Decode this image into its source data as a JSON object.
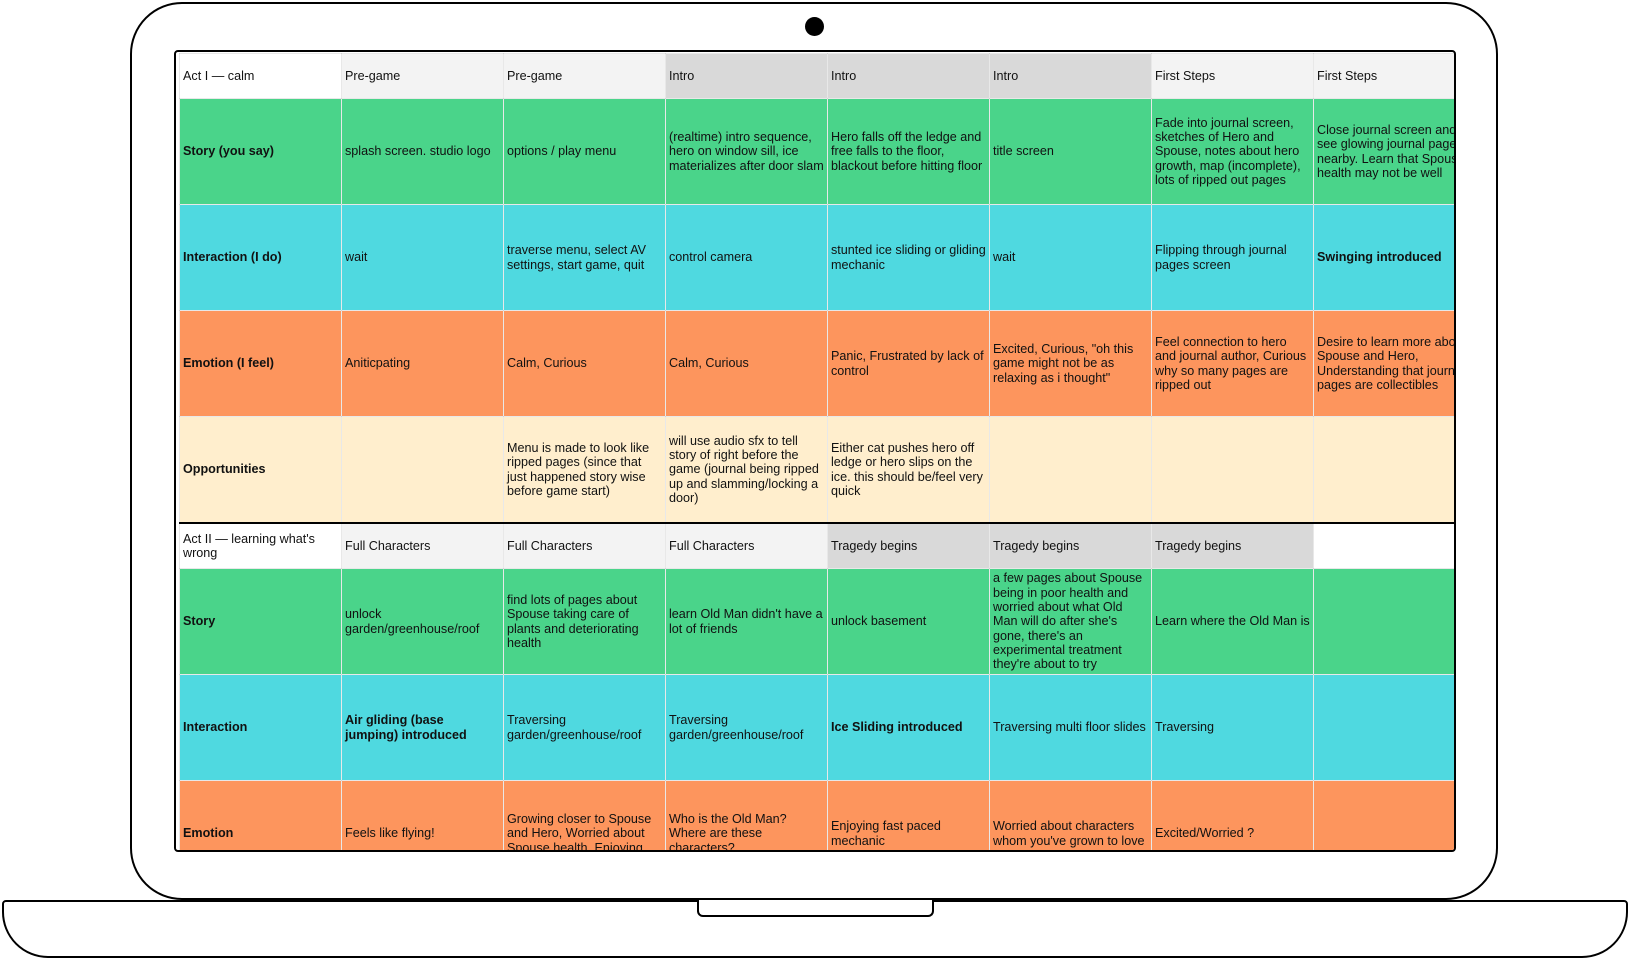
{
  "colors": {
    "story": "#4ad48a",
    "interaction": "#4fd9e0",
    "emotion": "#fd955d",
    "opportunities": "#ffeecd",
    "header_light": "#f3f3f3",
    "header_dark": "#d9d9d9"
  },
  "acts": [
    {
      "header": {
        "label": "Act I — calm",
        "stages": [
          {
            "text": "Pre-game",
            "tone": "light"
          },
          {
            "text": "Pre-game",
            "tone": "light"
          },
          {
            "text": "Intro",
            "tone": "dark"
          },
          {
            "text": "Intro",
            "tone": "dark"
          },
          {
            "text": "Intro",
            "tone": "dark"
          },
          {
            "text": "First Steps",
            "tone": "light"
          },
          {
            "text": "First Steps",
            "tone": "light"
          }
        ]
      },
      "rows": [
        {
          "key": "story",
          "label": "Story (you say)",
          "cells": [
            {
              "text": "splash screen. studio logo"
            },
            {
              "text": "options / play menu"
            },
            {
              "text": "(realtime) intro sequence, hero on window sill, ice materializes after door slam"
            },
            {
              "text": "Hero falls off the ledge and free falls to the floor, blackout before hitting floor"
            },
            {
              "text": "title screen"
            },
            {
              "text": "Fade into journal screen, sketches of Hero and Spouse, notes about hero growth, map (incomplete), lots of ripped out pages"
            },
            {
              "text": "Close journal screen and see glowing journal page nearby. Learn that Spouse health may not be well"
            }
          ]
        },
        {
          "key": "interaction",
          "label": "Interaction (I do)",
          "cells": [
            {
              "text": "wait"
            },
            {
              "text": "traverse menu, select AV settings, start game, quit"
            },
            {
              "text": "control camera"
            },
            {
              "text": "stunted ice sliding or gliding mechanic"
            },
            {
              "text": "wait"
            },
            {
              "text": "Flipping through journal pages screen"
            },
            {
              "text": "Swinging introduced",
              "bold": true
            }
          ]
        },
        {
          "key": "emotion",
          "label": "Emotion (I feel)",
          "cells": [
            {
              "text": "Aniticpating"
            },
            {
              "text": "Calm, Curious"
            },
            {
              "text": "Calm, Curious"
            },
            {
              "text": "Panic, Frustrated by lack of control"
            },
            {
              "text": "Excited, Curious, \"oh this game might not be as relaxing as i thought\""
            },
            {
              "text": "Feel connection to hero and journal author, Curious why so many pages are ripped out"
            },
            {
              "text": "Desire to learn more about Spouse and Hero, Understanding that journal pages are collectibles"
            }
          ]
        },
        {
          "key": "opportunities",
          "label": "Opportunities",
          "cells": [
            {
              "text": ""
            },
            {
              "text": "Menu is made to look like ripped pages (since that just happened story wise before game start)"
            },
            {
              "text": "will use audio sfx to tell story of right before the game (journal being ripped up and slamming/locking a door)"
            },
            {
              "text": "Either cat pushes hero off ledge or hero slips on the ice. this should be/feel very quick"
            },
            {
              "text": ""
            },
            {
              "text": ""
            },
            {
              "text": ""
            }
          ]
        }
      ]
    },
    {
      "header": {
        "label": "Act II — learning what's wrong",
        "stages": [
          {
            "text": "Full Characters",
            "tone": "light"
          },
          {
            "text": "Full Characters",
            "tone": "light"
          },
          {
            "text": "Full Characters",
            "tone": "light"
          },
          {
            "text": "Tragedy begins",
            "tone": "dark"
          },
          {
            "text": "Tragedy begins",
            "tone": "dark"
          },
          {
            "text": "Tragedy begins",
            "tone": "dark"
          },
          {
            "text": "",
            "tone": "none"
          }
        ]
      },
      "rows": [
        {
          "key": "story",
          "label": "Story",
          "cells": [
            {
              "text": "unlock garden/greenhouse/roof"
            },
            {
              "text": "find lots of pages about Spouse taking care of plants and deteriorating health"
            },
            {
              "text": "learn Old Man didn't have a lot of friends"
            },
            {
              "text": "unlock basement"
            },
            {
              "text": "a few pages about Spouse being in poor health and worried about what Old Man will do after she's gone, there's an experimental treatment they're about to try"
            },
            {
              "text": "Learn where the Old Man is"
            },
            {
              "text": ""
            }
          ]
        },
        {
          "key": "interaction",
          "label": "Interaction",
          "cells": [
            {
              "text": "Air gliding (base jumping) introduced",
              "bold": true
            },
            {
              "text": "Traversing garden/greenhouse/roof"
            },
            {
              "text": "Traversing garden/greenhouse/roof"
            },
            {
              "text": "Ice Sliding introduced",
              "bold": true
            },
            {
              "text": "Traversing multi floor slides"
            },
            {
              "text": "Traversing"
            },
            {
              "text": ""
            }
          ]
        },
        {
          "key": "emotion",
          "label": "Emotion",
          "cells": [
            {
              "text": "Feels like flying!"
            },
            {
              "text": "Growing closer to Spouse and Hero, Worried about Spouse health, Enjoying"
            },
            {
              "text": "Who is the Old Man? Where are these characters?"
            },
            {
              "text": "Enjoying fast paced mechanic"
            },
            {
              "text": "Worried about characters whom you've grown to love"
            },
            {
              "text": "Excited/Worried ?"
            },
            {
              "text": ""
            }
          ]
        }
      ]
    }
  ]
}
